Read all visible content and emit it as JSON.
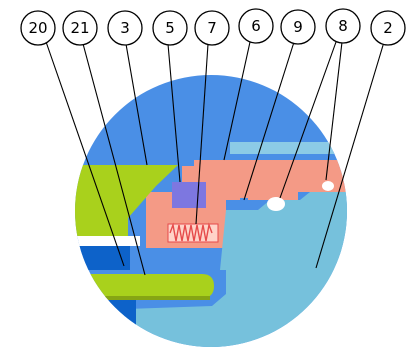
{
  "callouts": [
    {
      "id": "c20",
      "label": "20"
    },
    {
      "id": "c21",
      "label": "21"
    },
    {
      "id": "c3",
      "label": "3"
    },
    {
      "id": "c5",
      "label": "5"
    },
    {
      "id": "c7",
      "label": "7"
    },
    {
      "id": "c6",
      "label": "6"
    },
    {
      "id": "c9",
      "label": "9"
    },
    {
      "id": "c8",
      "label": "8"
    },
    {
      "id": "c2",
      "label": "2"
    }
  ],
  "colors": {
    "background_blue": "#4a8fe6",
    "housing_lightblue": "#76c1dc",
    "green_part": "#a9d11c",
    "salmon_part": "#f49a86",
    "purple_part": "#7d77e0",
    "spring_red": "#e64a4a",
    "dark_blue": "#0d62c9",
    "white": "#ffffff"
  }
}
